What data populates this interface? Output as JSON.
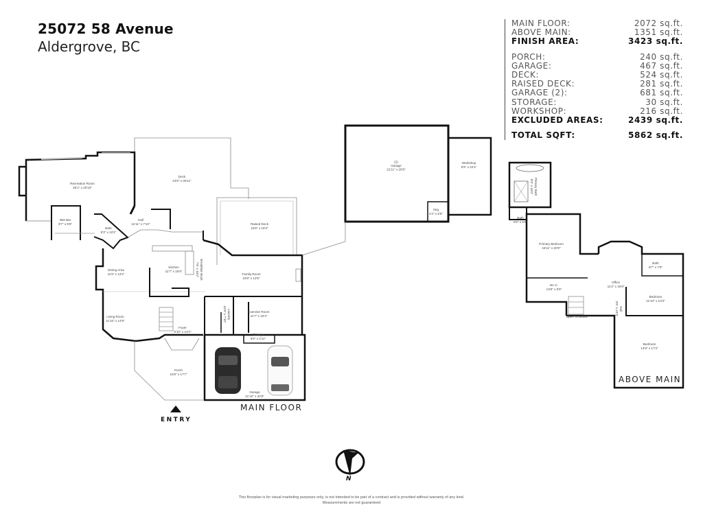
{
  "header": {
    "address": "25072 58 Avenue",
    "city": "Aldergrove, BC"
  },
  "area_summary": {
    "finished": [
      {
        "label": "MAIN FLOOR:",
        "value": "2072 sq.ft."
      },
      {
        "label": "ABOVE MAIN:",
        "value": "1351 sq.ft."
      },
      {
        "label": "FINISH AREA:",
        "value": "3423 sq.ft.",
        "bold": true
      }
    ],
    "excluded": [
      {
        "label": "PORCH:",
        "value": "240 sq.ft."
      },
      {
        "label": "GARAGE:",
        "value": "467 sq.ft."
      },
      {
        "label": "DECK:",
        "value": "524 sq.ft."
      },
      {
        "label": "RAISED DECK:",
        "value": "281 sq.ft."
      },
      {
        "label": "GARAGE (2):",
        "value": "681 sq.ft."
      },
      {
        "label": "STORAGE:",
        "value": "30 sq.ft."
      },
      {
        "label": "WORKSHOP:",
        "value": "216 sq.ft."
      },
      {
        "label": "EXCLUDED AREAS:",
        "value": "2439 sq.ft.",
        "bold": true
      }
    ],
    "total": {
      "label": "TOTAL SQFT:",
      "value": "5862 sq.ft."
    }
  },
  "main_floor": {
    "label": "MAIN FLOOR",
    "entry_label": "ENTRY",
    "rooms": [
      {
        "name": "Recreation Room",
        "dims": "25'1\" x 20'10\""
      },
      {
        "name": "Deck",
        "dims": "24'8\" x 30'11\""
      },
      {
        "name": "Wet Bar",
        "dims": "9'7\" x 9'5\""
      },
      {
        "name": "Bath",
        "dims": "8'3\" x 10'2\""
      },
      {
        "name": "Hall",
        "dims": "11'11\" x 7'10\""
      },
      {
        "name": "Raised Deck",
        "dims": "15'6\" x 16'3\""
      },
      {
        "name": "Dining Area",
        "dims": "11'8\" x 13'2\""
      },
      {
        "name": "Kitchen",
        "dims": "11'7\" x 15'5\""
      },
      {
        "name": "Breakfast Nook",
        "dims": "7'6\" x 10'2\""
      },
      {
        "name": "Family Room",
        "dims": "16'8\" x 12'5\""
      },
      {
        "name": "Living Room",
        "dims": "11'10\" x 14'9\""
      },
      {
        "name": "Foyer",
        "dims": "8'10\" x 13'4\""
      },
      {
        "name": "Laundry",
        "dims": "10'9\" x 7'10\""
      },
      {
        "name": "Exercise Room",
        "dims": "11'7\" x 10'4\""
      },
      {
        "name": "Storage",
        "dims": "6'8\" x 2'11\""
      },
      {
        "name": "Porch",
        "dims": "15'8\" x 17'7\""
      },
      {
        "name": "Garage",
        "dims": "21'10\" x 20'0\""
      }
    ]
  },
  "detached": {
    "rooms": [
      {
        "name": "Garage",
        "prefix": "(2)",
        "dims": "22'11\" x 26'8\""
      },
      {
        "name": "Workshop",
        "dims": "8'9\" x 22'4\""
      },
      {
        "name": "Strg",
        "dims": "4'4\" x 5'8\""
      }
    ]
  },
  "above_main": {
    "label": "ABOVE MAIN",
    "rooms": [
      {
        "name": "Primary Bath",
        "dims": "8'3\" x 15'0\""
      },
      {
        "name": "Bath",
        "dims": "5'5\" x 6'6\""
      },
      {
        "name": "Primary Bedroom",
        "dims": "15'11\" x 20'0\""
      },
      {
        "name": "W.I.C.",
        "dims": "13'6\" x 5'5\""
      },
      {
        "name": "Office",
        "dims": "11'2\" x 16'8\""
      },
      {
        "name": "Bath",
        "dims": "8'7\" x 7'9\""
      },
      {
        "name": "Bedroom",
        "dims": "11'10\" x 10'3\""
      },
      {
        "name": "Hall",
        "dims": "3'8\" x 24'3\""
      },
      {
        "name": "Open To Below",
        "dims": ""
      },
      {
        "name": "Bedroom",
        "dims": "14'6\" x 17'3\""
      }
    ]
  },
  "compass": {
    "label": "N"
  },
  "disclaimer": {
    "line1": "This floorplan is for visual marketing purposes only, is not intended to be part of a contract and is provided without warranty of any kind.",
    "line2": "Measurements are not guaranteed"
  }
}
